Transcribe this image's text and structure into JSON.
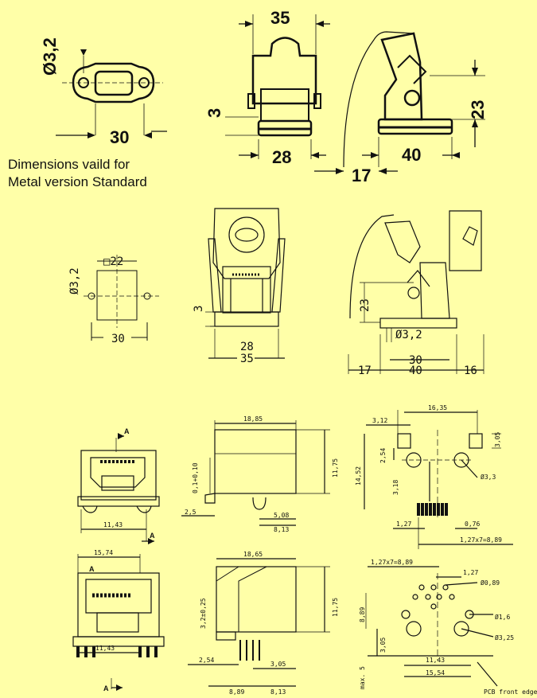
{
  "note": {
    "line1": "Dimensions vaild for",
    "line2": "Metal version Standard"
  },
  "top_row": {
    "flange_diameter": "Ø3,2",
    "flange_width": "30",
    "hood_width": "35",
    "flange_height": "3",
    "base_width": "28",
    "side_height": "23",
    "side_base_width": "40",
    "lever_offset": "17"
  },
  "middle_row": {
    "square_size": "□22",
    "hole_diameter": "Ø3,2",
    "plate_width": "30",
    "front_height": "3",
    "front_inner_width": "28",
    "front_outer_width": "35",
    "side_height": "23",
    "side_hole": "Ø3,2",
    "side_inner_width": "30",
    "side_width": "40",
    "side_left": "17",
    "side_right": "16"
  },
  "bottom_row_a": {
    "section_marker": "A",
    "front_width": "11,43",
    "side_depth": "18,85",
    "side_height": "11,75",
    "side_small": "0,1+0,10",
    "side_pin_left": "2,5",
    "side_pin_a": "5,08",
    "side_pin_b": "8,13",
    "pcb_top_width": "16,35",
    "pcb_pad_w": "3,12",
    "pcb_pad_h": "2,54",
    "pcb_right_h": "3,05",
    "pcb_height": "14,52",
    "pcb_mid_h": "3,18",
    "pcb_hole": "Ø3,3",
    "pcb_pitch": "1,27",
    "pcb_pin_w": "0,76",
    "pcb_pin_total": "1,27x7=8,89"
  },
  "bottom_row_b": {
    "section_marker": "A",
    "top_width": "15,74",
    "front_width": "11,43",
    "side_depth": "18,65",
    "side_height": "11,75",
    "side_small": "3,2±0,25",
    "side_a": "2,54",
    "side_b": "3,05",
    "side_c": "8,89",
    "side_d": "8,13",
    "pcb_pitch_total": "1,27x7=8,89",
    "pcb_pitch": "1,27",
    "pcb_hole_small": "Ø0,89",
    "pcb_hole_mid": "Ø1,6",
    "pcb_hole_large": "Ø3,25",
    "pcb_height": "8,89",
    "pcb_low_h": "3,05",
    "pcb_max": "max. 5",
    "pcb_inner_w": "11,43",
    "pcb_outer_w": "15,54",
    "pcb_front_edge": "PCB front edge"
  }
}
